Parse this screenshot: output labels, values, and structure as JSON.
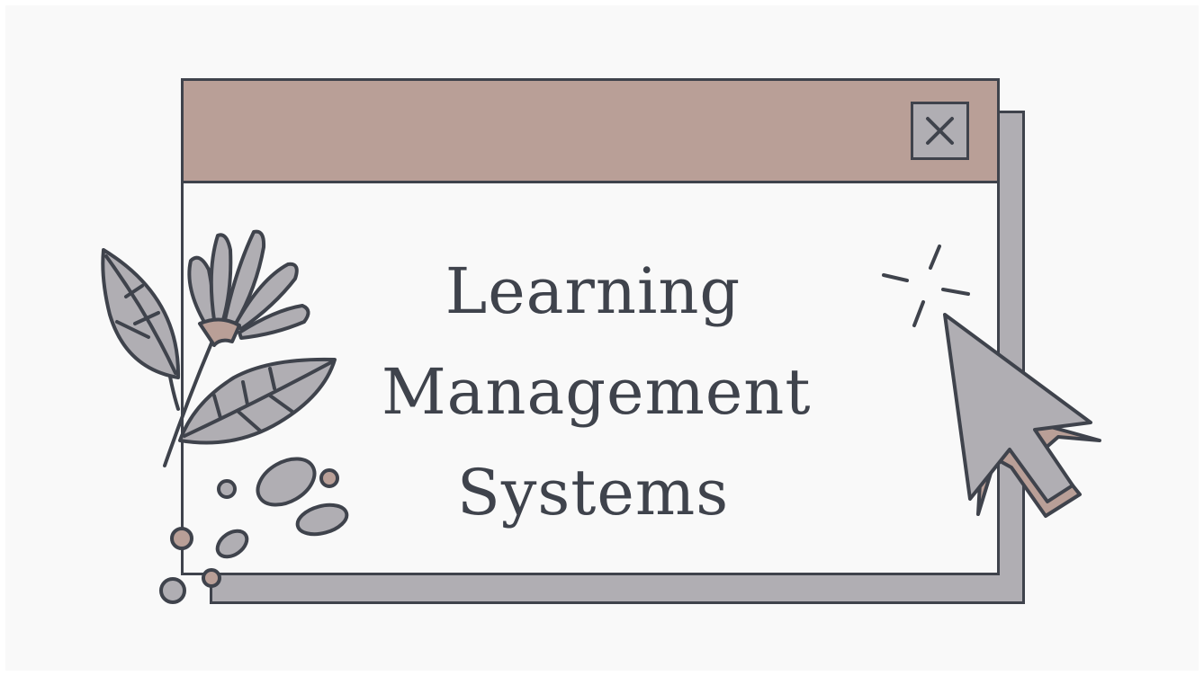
{
  "window": {
    "title_lines": [
      "Learning",
      "Management",
      "Systems"
    ],
    "close_icon": "close-x-icon"
  },
  "decorations": {
    "left_icon": "flower-leaves-icon",
    "right_icon": "cursor-arrow-icon"
  },
  "colors": {
    "background": "#f9f9f9",
    "outline": "#3f434c",
    "titlebar": "#b99f97",
    "shadow_gray": "#b0aeb3"
  }
}
